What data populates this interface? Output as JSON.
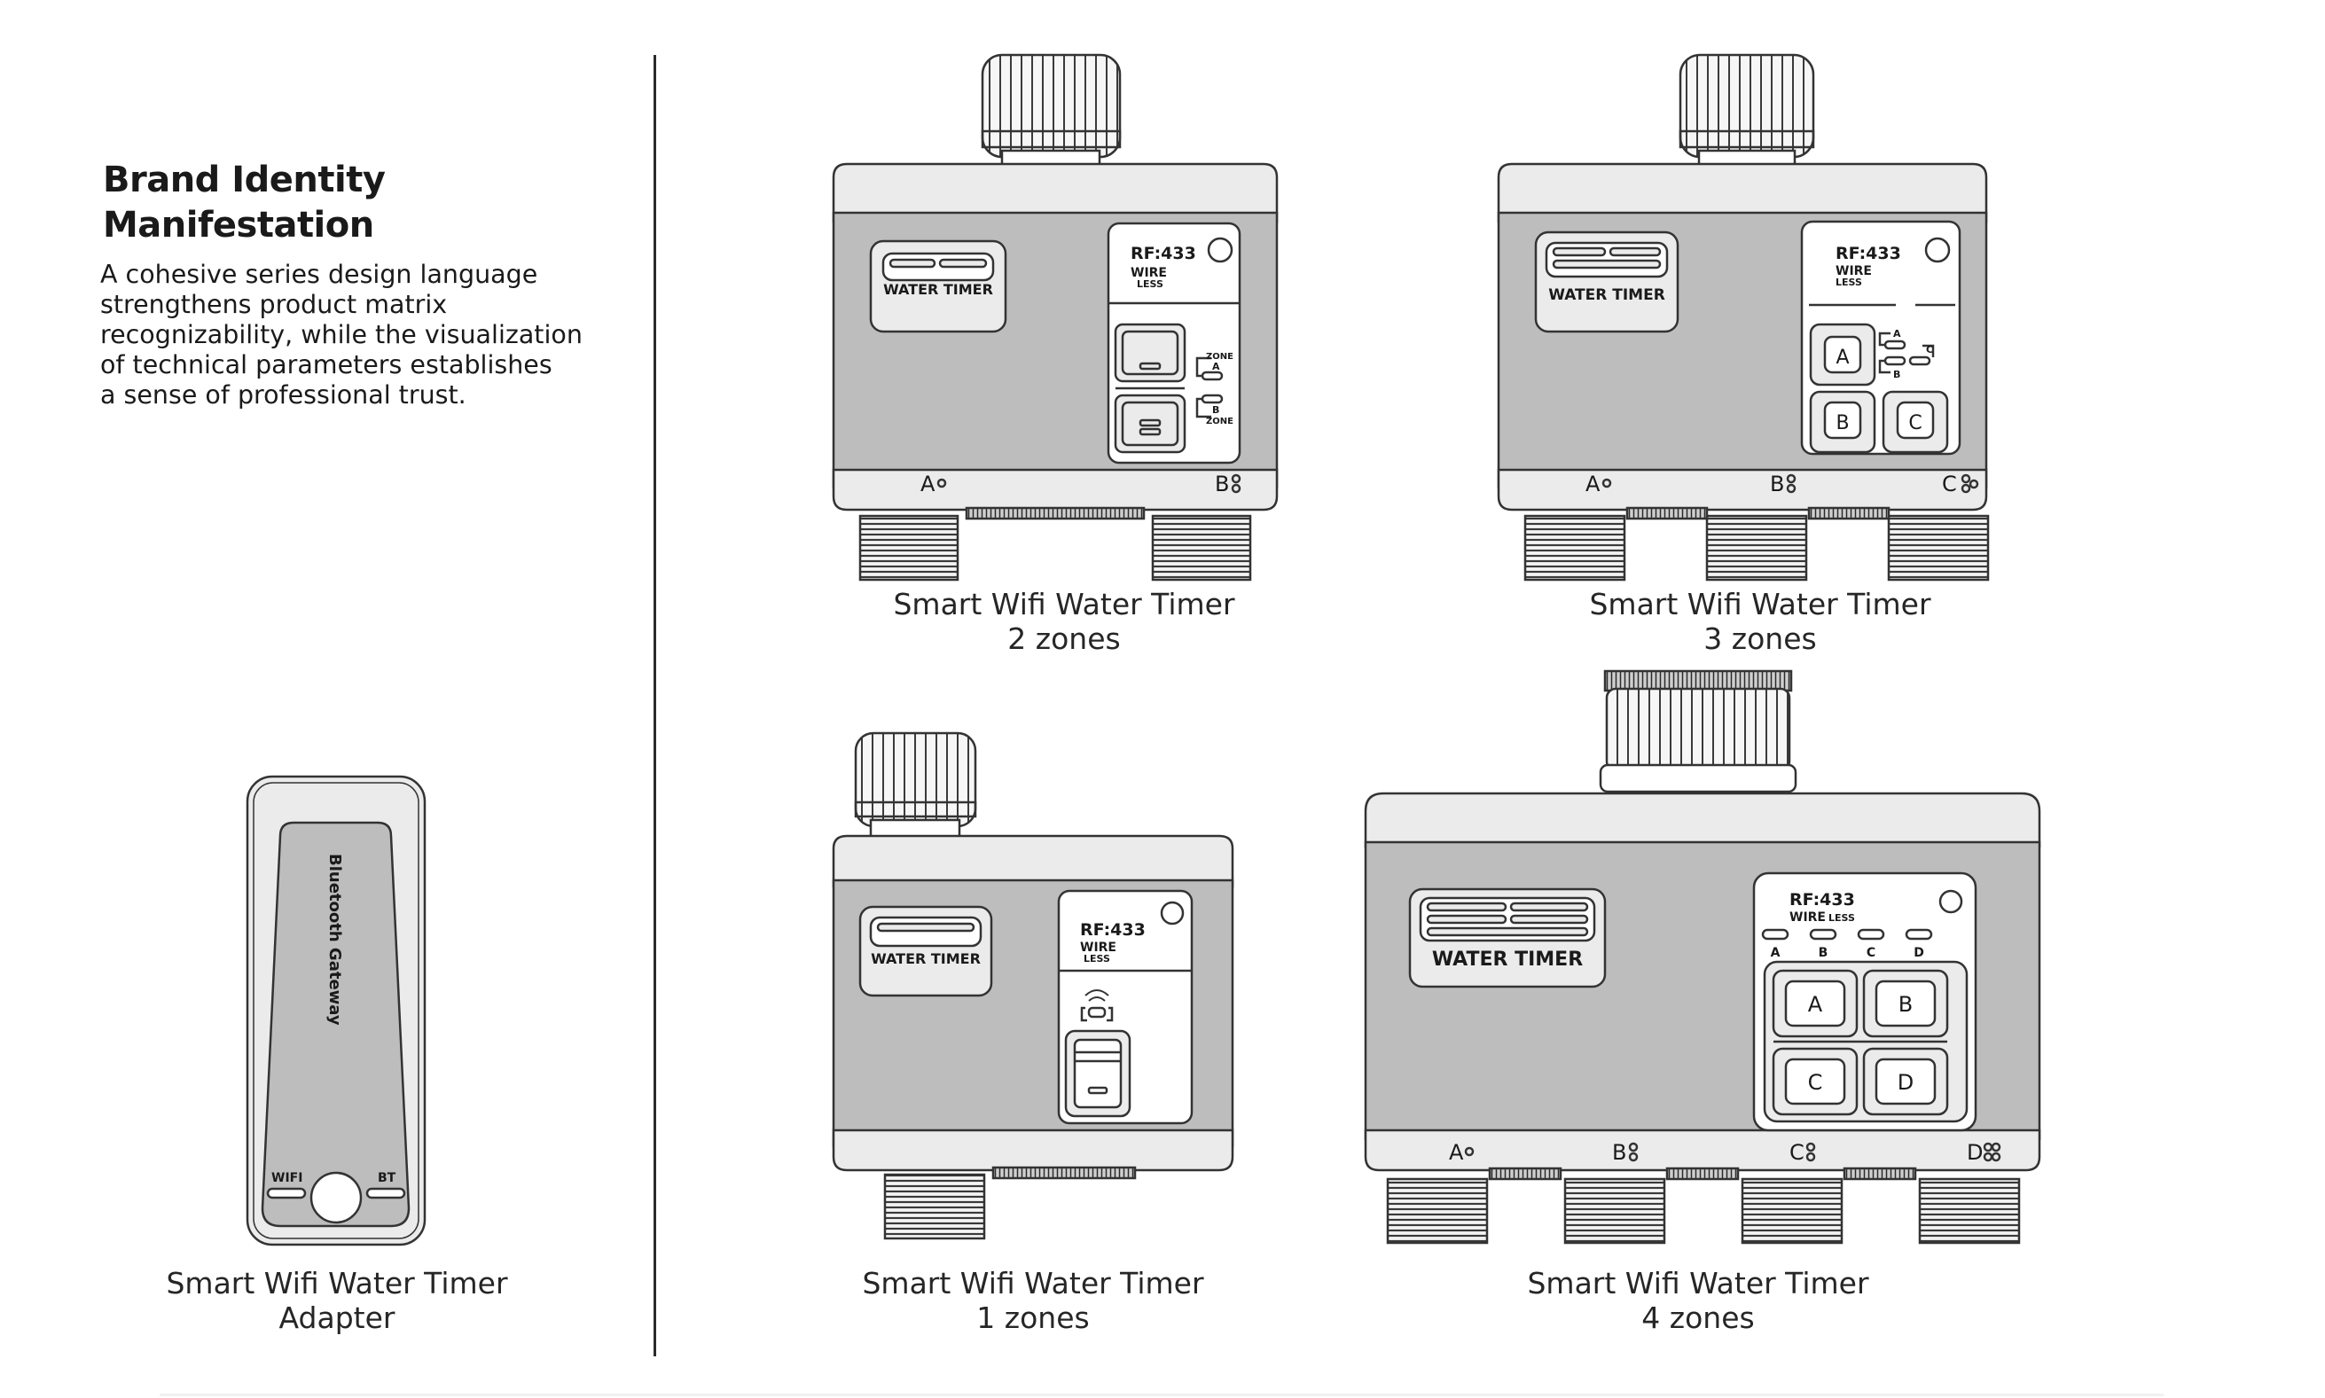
{
  "header": {
    "title_line1": "Brand Identity",
    "title_line2": "Manifestation",
    "description": [
      "A cohesive series design language",
      "strengthens product matrix",
      "recognizability, while the visualization",
      "of technical parameters establishes",
      "a sense of professional trust."
    ]
  },
  "colors": {
    "body_fill": "#bdbdbd",
    "light_fill": "#ebebeb",
    "stroke": "#333333",
    "thread": "#4a4a4a",
    "text": "#1a1a1a"
  },
  "device_text": {
    "logo": "WATER TIMER",
    "rf": "RF:433",
    "wire": "WIRE",
    "less": "LESS",
    "zone": "ZONE",
    "gateway": "Bluetooth Gateway",
    "wifi": "WIFI",
    "bt": "BT"
  },
  "products": [
    {
      "id": "2zones",
      "name": "Smart Wifi Water Timer",
      "subtitle": "2 zones",
      "zones": [
        "A",
        "B"
      ]
    },
    {
      "id": "3zones",
      "name": "Smart Wifi Water Timer",
      "subtitle": "3 zones",
      "zones": [
        "A",
        "B",
        "C"
      ]
    },
    {
      "id": "adapter",
      "name": "Smart Wifi Water Timer",
      "subtitle": "Adapter",
      "zones": []
    },
    {
      "id": "1zones",
      "name": "Smart Wifi Water Timer",
      "subtitle": "1 zones",
      "zones": []
    },
    {
      "id": "4zones",
      "name": "Smart Wifi Water Timer",
      "subtitle": "4 zones",
      "zones": [
        "A",
        "B",
        "C",
        "D"
      ]
    }
  ]
}
